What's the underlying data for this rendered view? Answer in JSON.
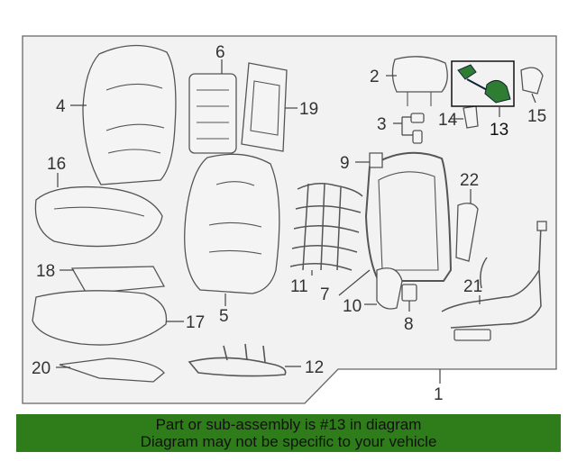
{
  "diagram": {
    "callouts": [
      "1",
      "2",
      "3",
      "4",
      "5",
      "6",
      "7",
      "8",
      "9",
      "10",
      "11",
      "12",
      "13",
      "14",
      "15",
      "16",
      "17",
      "18",
      "19",
      "20",
      "21",
      "22"
    ],
    "highlighted_callout": "13",
    "highlight_color": "#2e7d32"
  },
  "banner": {
    "line1": "Part or sub-assembly is #13 in diagram",
    "line2": "Diagram may not be specific to your vehicle",
    "background": "#2f7d1a"
  }
}
